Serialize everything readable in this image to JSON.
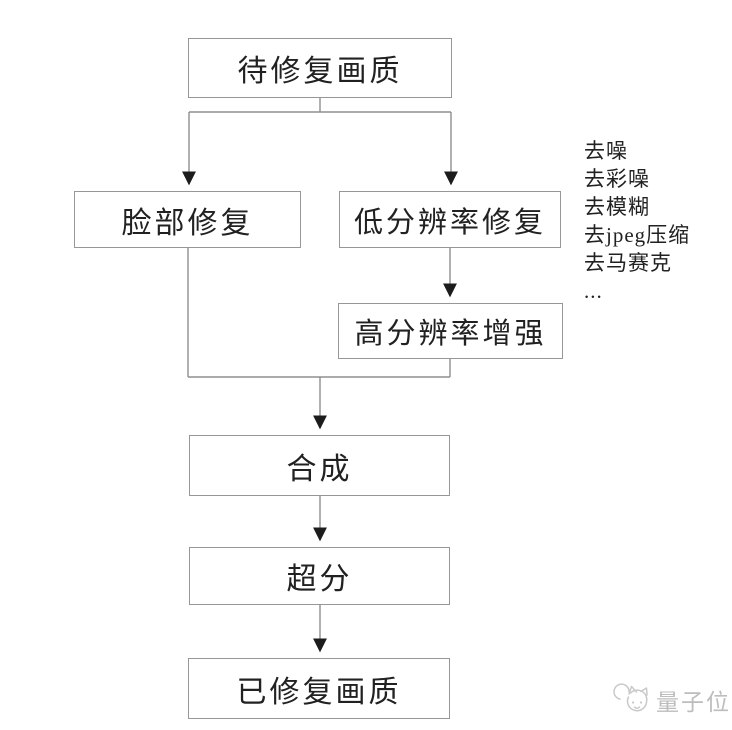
{
  "diagram": {
    "title_implicit": "image-restoration-pipeline-flowchart",
    "nodes": {
      "source": {
        "label": "待修复画质"
      },
      "face": {
        "label": "脸部修复"
      },
      "lowres": {
        "label": "低分辨率修复"
      },
      "hires": {
        "label": "高分辨率增强"
      },
      "compose": {
        "label": "合成"
      },
      "superres": {
        "label": "超分"
      },
      "output": {
        "label": "已修复画质"
      }
    },
    "edges": [
      {
        "from": "source",
        "to": "face",
        "arrow": true
      },
      {
        "from": "source",
        "to": "lowres",
        "arrow": true
      },
      {
        "from": "lowres",
        "to": "hires",
        "arrow": true
      },
      {
        "from": "face",
        "to": "compose",
        "arrow": true,
        "via": "merge-bus"
      },
      {
        "from": "hires",
        "to": "compose",
        "arrow": true,
        "via": "merge-bus"
      },
      {
        "from": "compose",
        "to": "superres",
        "arrow": true
      },
      {
        "from": "superres",
        "to": "output",
        "arrow": true
      }
    ],
    "annotations": {
      "degradation_list": [
        "去噪",
        "去彩噪",
        "去模糊",
        "去jpeg压缩",
        "去马赛克",
        "..."
      ]
    }
  },
  "watermark": {
    "brand": "量子位",
    "icon": "qbitai-cat-logo"
  },
  "colors": {
    "background": "#ffffff",
    "box_border": "#979797",
    "connector": "#8f8f8f",
    "text": "#212121",
    "arrowhead": "#1c1c1c",
    "watermark": "#bdbdbd"
  }
}
